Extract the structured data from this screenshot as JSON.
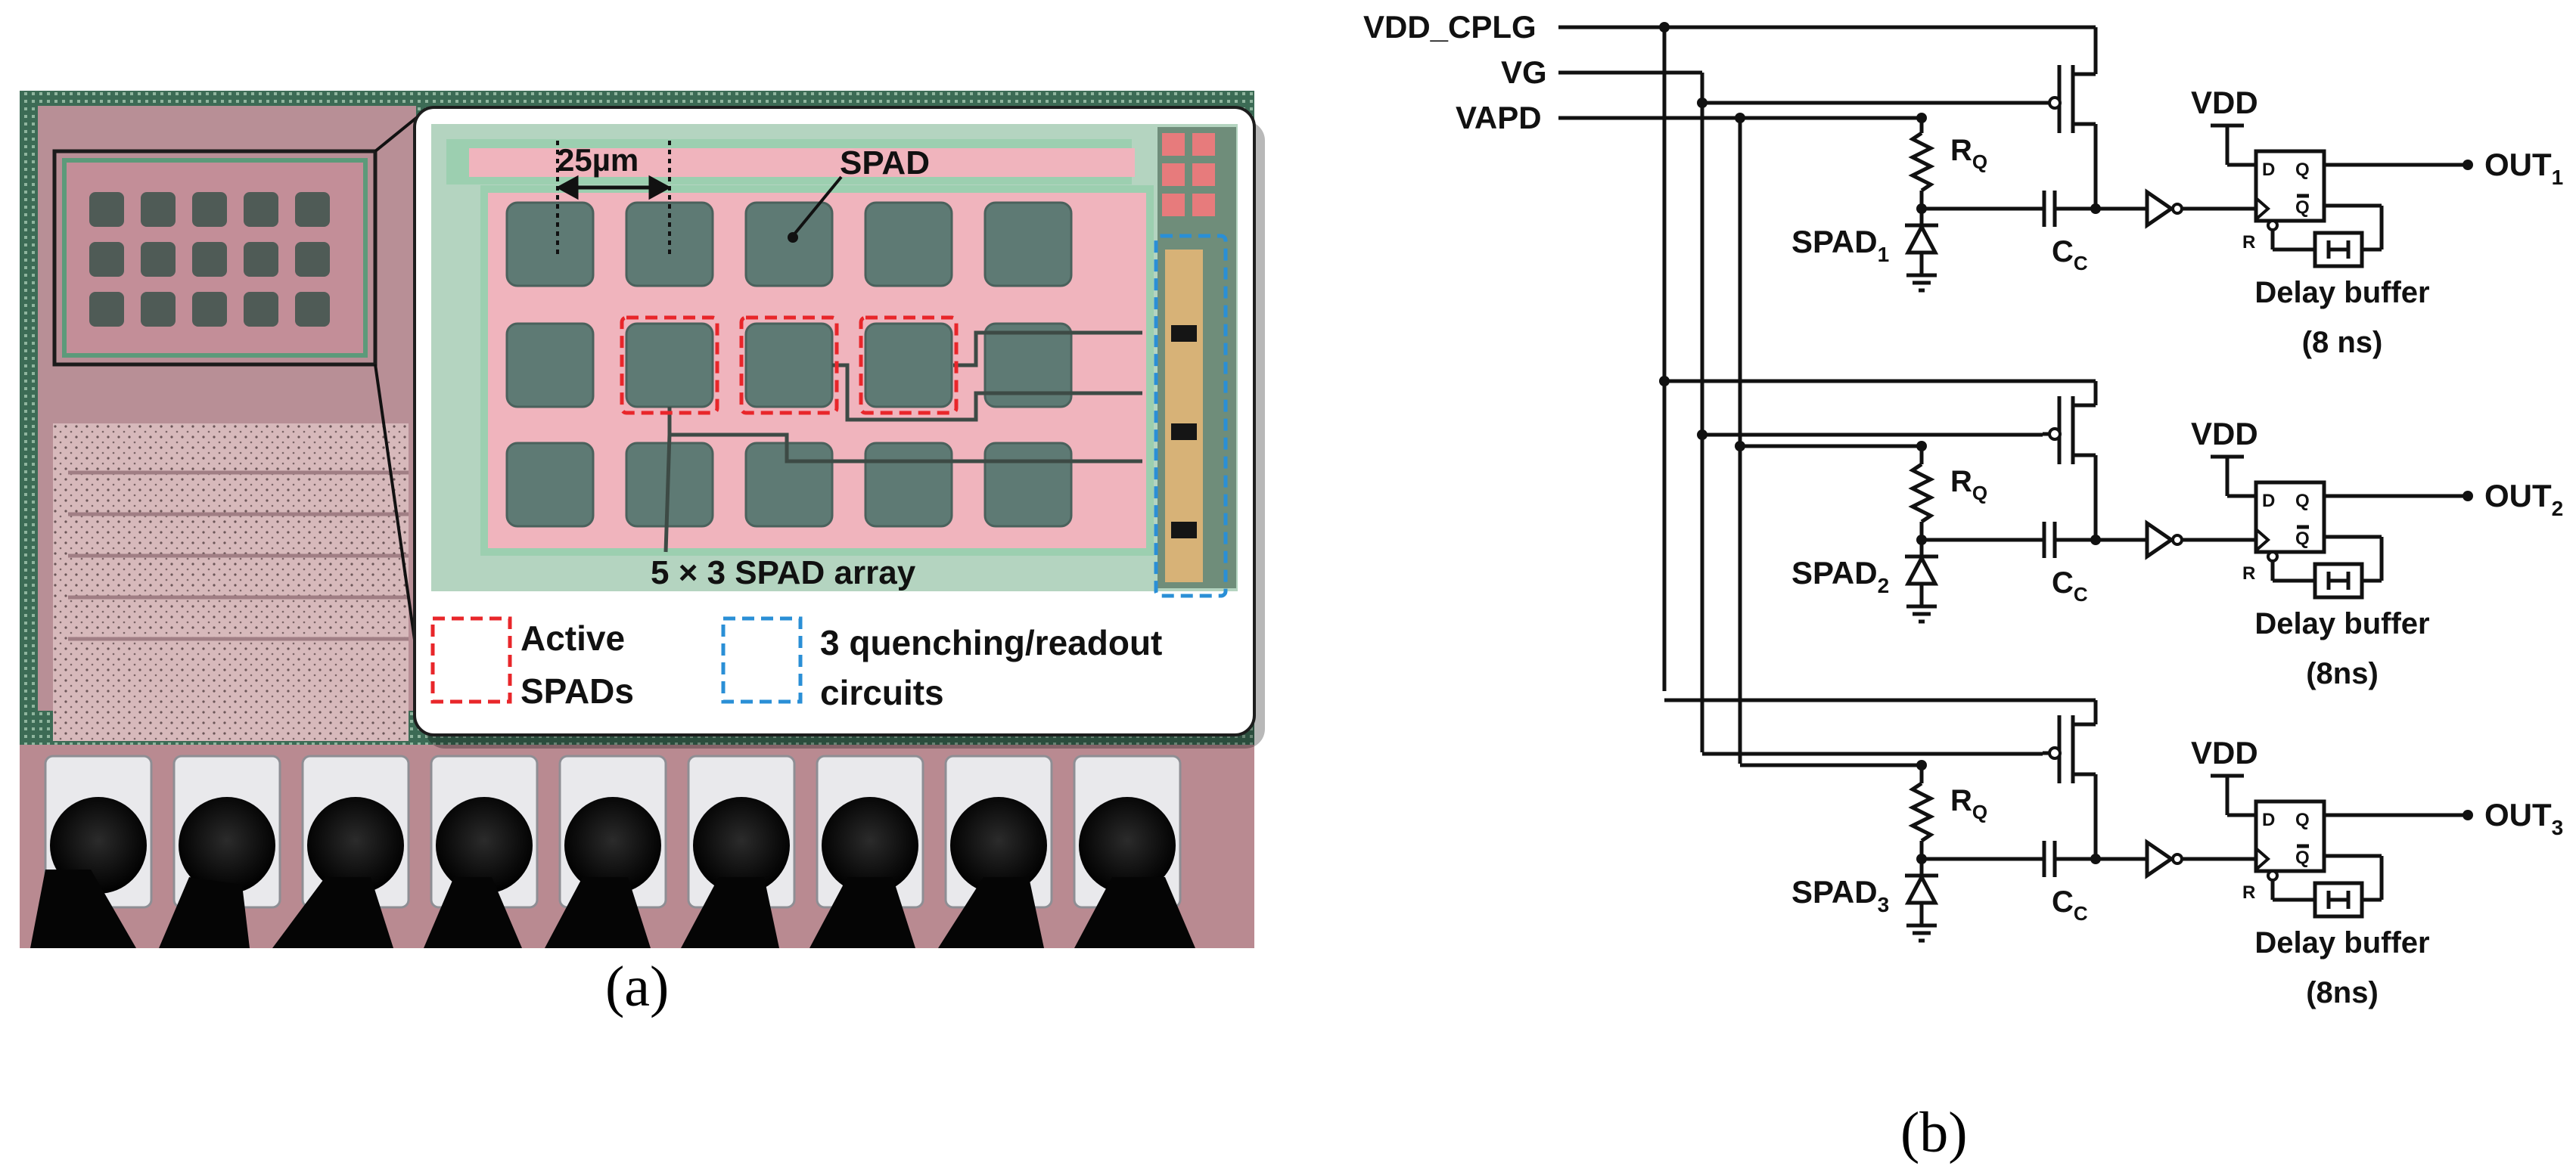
{
  "panel_a": {
    "label": "(a)",
    "callouts": {
      "pitch": "25µm",
      "spad": "SPAD",
      "array": "5 × 3 SPAD array"
    },
    "legend": {
      "active": [
        "Active",
        "SPADs"
      ],
      "readout": [
        "3 quenching/readout",
        "circuits"
      ]
    },
    "colors": {
      "active_box": "#e8262a",
      "readout_box": "#2a8fd6",
      "die": "#c99aa2",
      "spad": "#5e7a74"
    }
  },
  "panel_b": {
    "label": "(b)",
    "rails": [
      "VDD_CPLG",
      "VG",
      "VAPD"
    ],
    "channels": [
      {
        "diode": "SPAD",
        "sub": "1",
        "resistor": "R",
        "resistor_sub": "Q",
        "capacitor": "C",
        "capacitor_sub": "C",
        "supply": "VDD",
        "output": "OUT",
        "output_sub": "1",
        "delay_title": "Delay buffer",
        "delay_value": "(8 ns)"
      },
      {
        "diode": "SPAD",
        "sub": "2",
        "resistor": "R",
        "resistor_sub": "Q",
        "capacitor": "C",
        "capacitor_sub": "C",
        "supply": "VDD",
        "output": "OUT",
        "output_sub": "2",
        "delay_title": "Delay buffer",
        "delay_value": "(8ns)"
      },
      {
        "diode": "SPAD",
        "sub": "3",
        "resistor": "R",
        "resistor_sub": "Q",
        "capacitor": "C",
        "capacitor_sub": "C",
        "supply": "VDD",
        "output": "OUT",
        "output_sub": "3",
        "delay_title": "Delay buffer",
        "delay_value": "(8ns)"
      }
    ],
    "ff_pins": {
      "d": "D",
      "q": "Q",
      "qbar": "Q",
      "r": "R"
    }
  }
}
